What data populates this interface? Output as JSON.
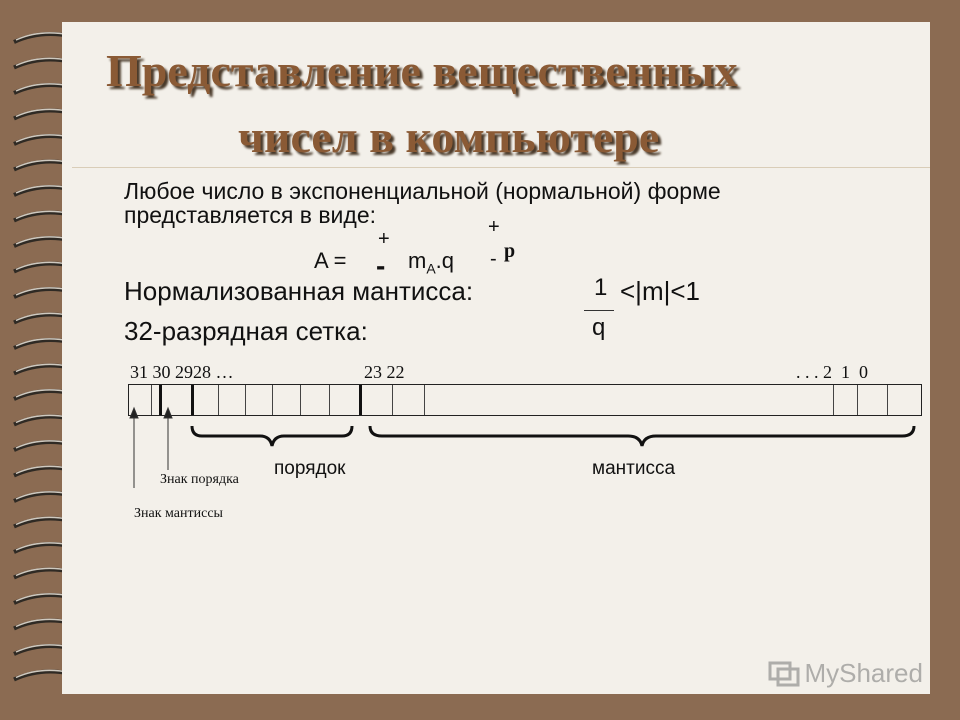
{
  "title": {
    "line1": "Представление вещественных",
    "line2": "чисел в компьютере"
  },
  "body": {
    "line1": "Любое число в экспоненциальной (нормальной) форме",
    "line2": "представляется в виде:",
    "formula": {
      "lhs": "A =",
      "sign_plus": "+",
      "sign_minus": "-",
      "m": "m",
      "subscript": "A",
      "q": ".q",
      "exp_plus": "+",
      "exp_minus": "-",
      "exp_p": "p"
    },
    "normalized_label": "Нормализованная мантисса:",
    "fraction_num": "1",
    "fraction_den": "q",
    "inequality": "<|m|<1",
    "grid_label": "32-разрядная сетка:"
  },
  "bit_grid": {
    "left_numbers": "31 30 2928 …",
    "mid_numbers": "23 22",
    "right_numbers": ". . . 2  1  0"
  },
  "labels": {
    "order_sign": "Знак порядка",
    "order": "порядок",
    "mantissa": "мантисса",
    "mantissa_sign": "Знак мантиссы"
  },
  "watermark": "MyShared",
  "colors": {
    "background": "#8b6b52",
    "slide": "#f3f0ea",
    "title": "#8a5a35"
  }
}
